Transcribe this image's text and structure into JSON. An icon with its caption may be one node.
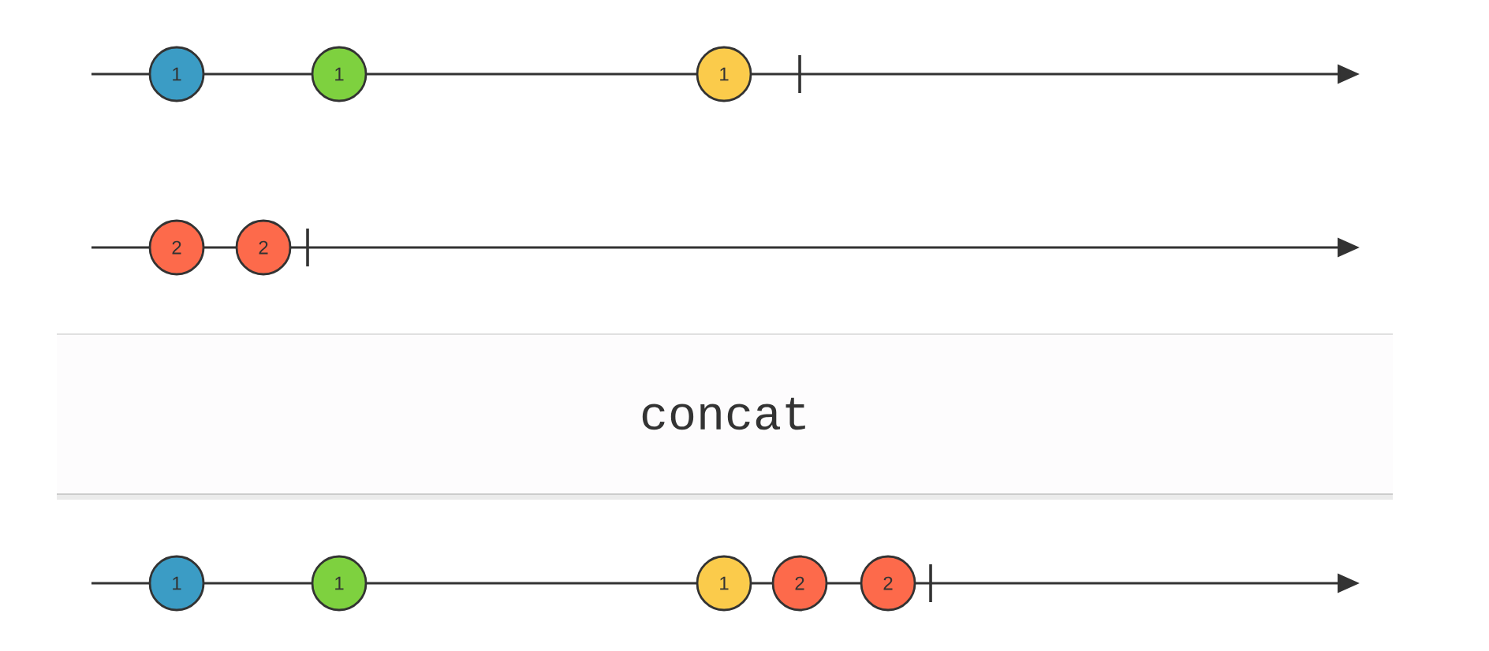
{
  "diagram": {
    "nodes": [
      {
        "text": [
          "1"
        ]
      },
      {
        "text": [
          "1"
        ]
      },
      {
        "text": [
          "1"
        ]
      },
      {
        "text": [
          "2"
        ]
      },
      {
        "text": [
          "2"
        ]
      },
      {
        "text": [
          "concat"
        ]
      },
      {
        "text": [
          "1"
        ]
      },
      {
        "text": [
          "1"
        ]
      },
      {
        "text": [
          "1"
        ]
      },
      {
        "text": [
          "2"
        ]
      },
      {
        "text": [
          "2"
        ]
      }
    ]
  }
}
